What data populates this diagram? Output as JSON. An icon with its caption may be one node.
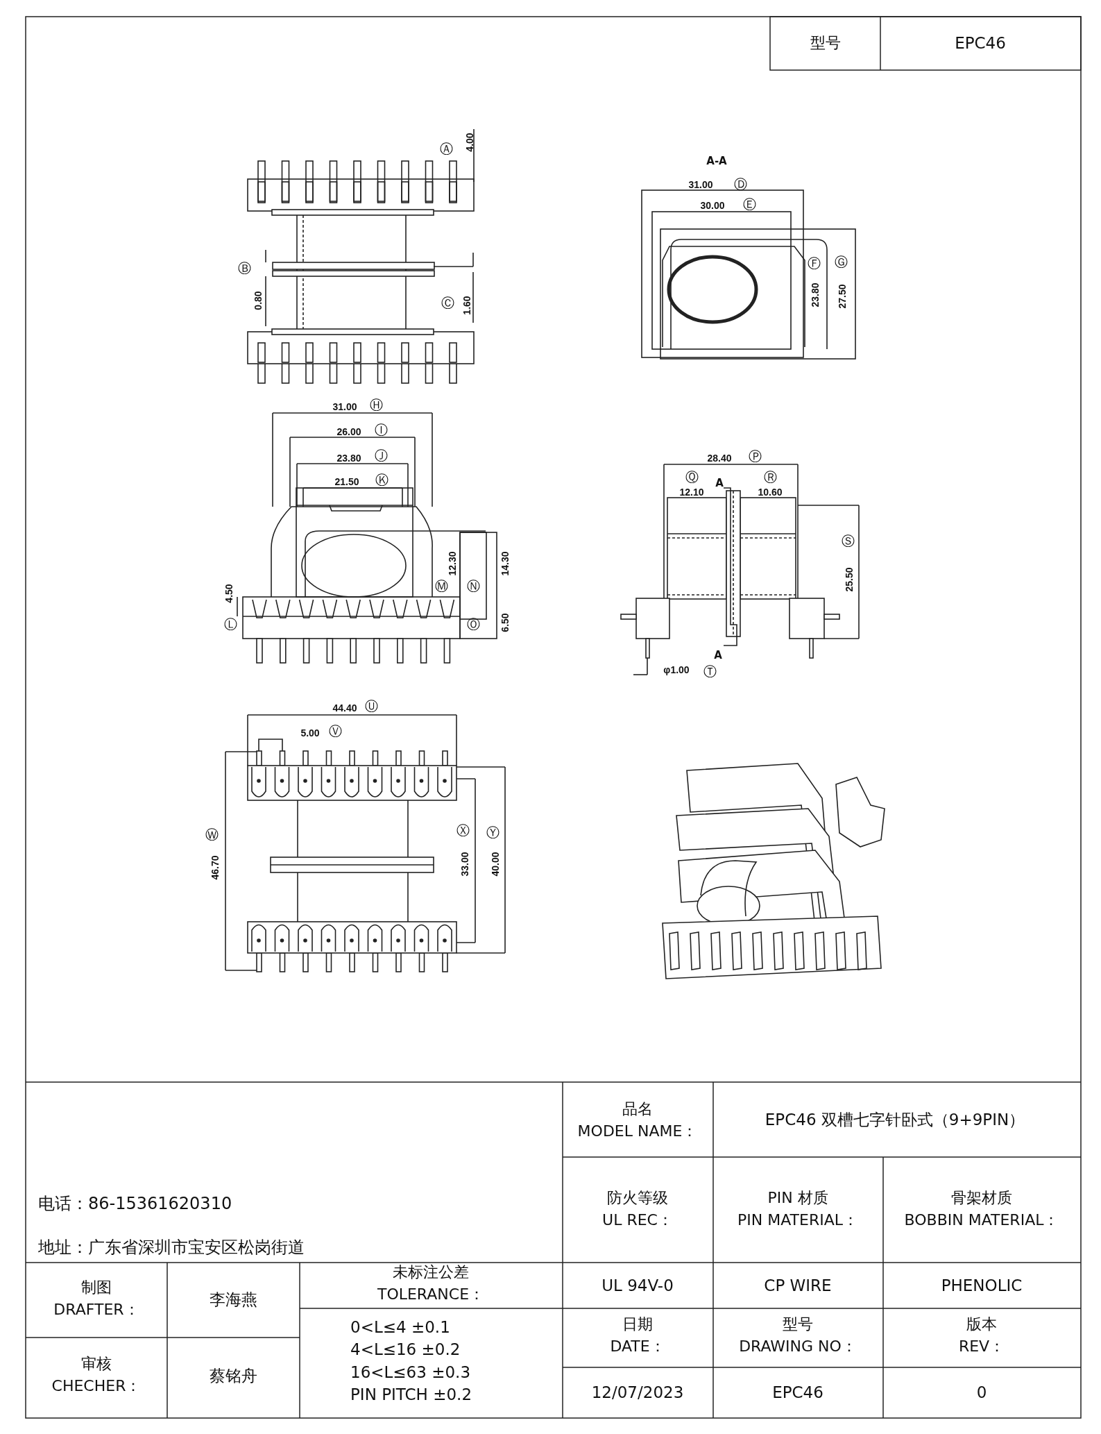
{
  "diagram": {
    "labels": [
      "型号",
      "EPC46",
      "4.00",
      "Ⓐ",
      "0.80",
      "Ⓑ",
      "1.60",
      "Ⓒ",
      "A-A",
      "31.00",
      "Ⓓ",
      "30.00",
      "Ⓔ",
      "Ⓕ",
      "23.80",
      "Ⓖ",
      "27.50",
      "31.00",
      "Ⓗ",
      "26.00",
      "Ⓘ",
      "23.80",
      "Ⓙ",
      "21.50",
      "Ⓚ",
      "12.30",
      "Ⓜ",
      "14.30",
      "Ⓝ",
      "4.50",
      "Ⓛ",
      "Ⓞ",
      "6.50",
      "28.40",
      "Ⓟ",
      "Ⓠ",
      "12.10",
      "A",
      "Ⓡ",
      "10.60",
      "Ⓢ",
      "25.50",
      "A",
      "φ1.00",
      "Ⓣ",
      "44.40",
      "Ⓤ",
      "5.00",
      "Ⓥ",
      "Ⓦ",
      "46.70",
      "Ⓧ",
      "33.00",
      "Ⓨ",
      "40.00",
      "电话：86-15361620310",
      "地址：广东省深圳市宝安区松岗街道",
      "品名",
      "MODEL NAME：",
      "EPC46 双槽七字针卧式（9+9PIN）",
      "防火等级",
      "UL REC：",
      "PIN 材质",
      "PIN MATERIAL：",
      "骨架材质",
      "BOBBIN MATERIAL：",
      "制图",
      "DRAFTER：",
      "李海燕",
      "未标注公差",
      "TOLERANCE：",
      "UL 94V-0",
      "CP WIRE",
      "PHENOLIC",
      "0<L≤4 ±0.1",
      "4<L≤16 ±0.2",
      "16<L≤63 ±0.3",
      "PIN PITCH ±0.2",
      "日期",
      "DATE：",
      "型号",
      "DRAWING NO：",
      "版本",
      "REV：",
      "审核",
      "CHECHER：",
      "蔡铭舟",
      "12/07/2023",
      "EPC46",
      "0"
    ]
  }
}
